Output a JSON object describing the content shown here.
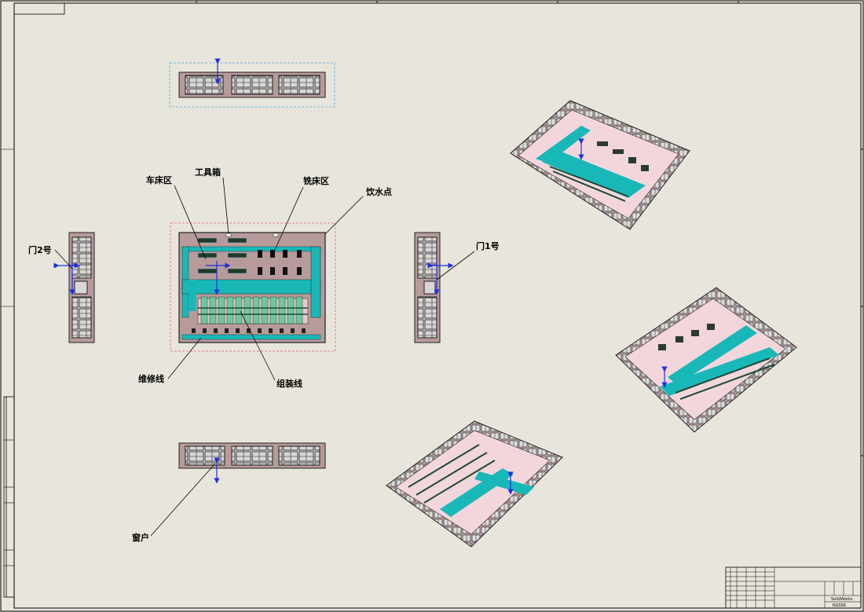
{
  "labels": {
    "lathe_area": "车床区",
    "toolbox": "工具箱",
    "milling_area": "铣床区",
    "water_point": "饮水点",
    "door2": "门2号",
    "door1": "门1号",
    "maintenance_line": "维修线",
    "assembly_line": "组装线",
    "window": "窗户"
  },
  "title_block": {
    "software": "SolidWorks",
    "sheet_size": "RGSS6"
  },
  "colors": {
    "sheet": "#e8e6dc",
    "wall": "#b79a9a",
    "walkway": "#19b8b8",
    "floor": "#f3d6dc",
    "frame": "#000000",
    "arrow": "#1f2fe0",
    "bbox": "#4aa8e0",
    "bbox_selected": "#e06060"
  }
}
